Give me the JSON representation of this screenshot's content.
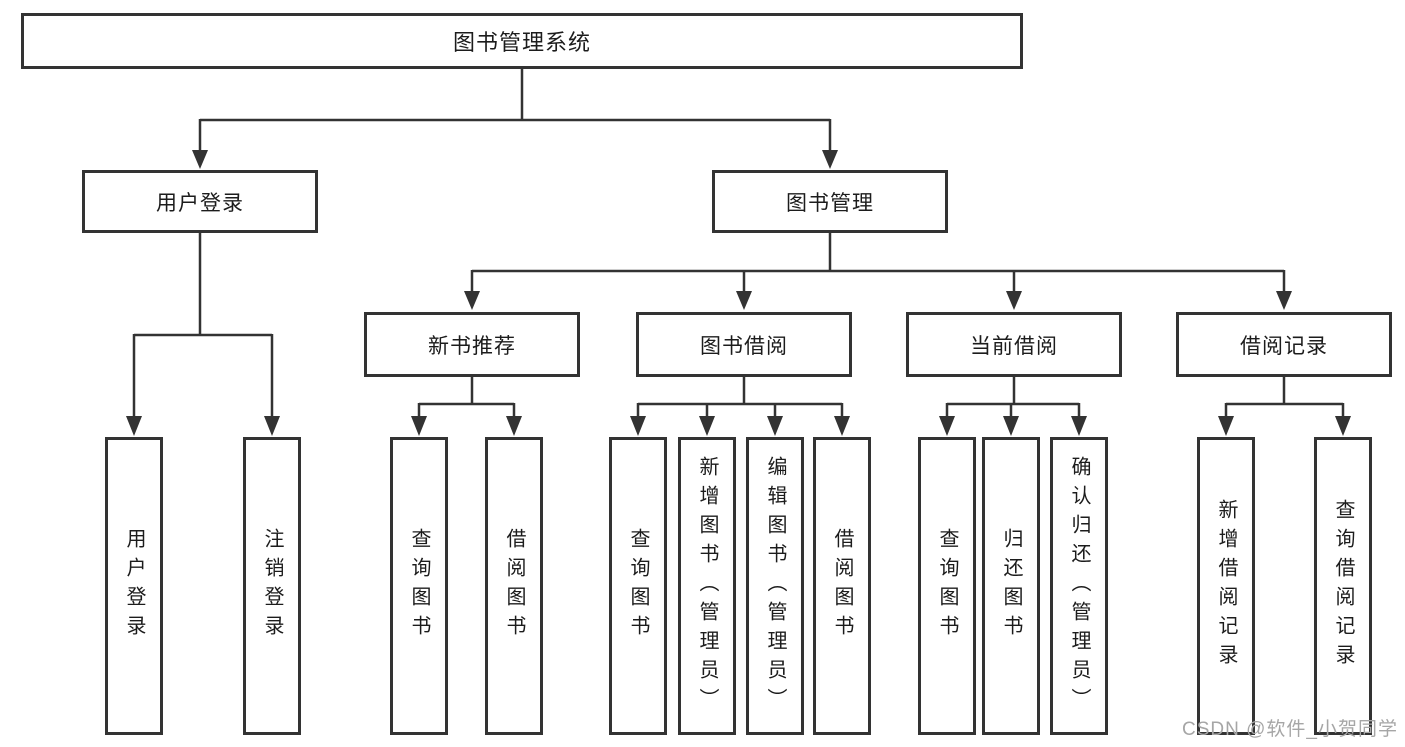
{
  "colors": {
    "line": "#333333",
    "box_border": "#333333",
    "box_fill": "#ffffff",
    "text": "#1c1c1c",
    "watermark": "#a6a6a6"
  },
  "watermark": {
    "text": "CSDN @软件_小贺同学"
  },
  "tree": {
    "root": {
      "label": "图书管理系统"
    },
    "level2": [
      {
        "label": "用户登录"
      },
      {
        "label": "图书管理"
      }
    ],
    "level3": [
      {
        "label": "新书推荐"
      },
      {
        "label": "图书借阅"
      },
      {
        "label": "当前借阅"
      },
      {
        "label": "借阅记录"
      }
    ],
    "leaves": {
      "user_login": [
        "用户登录",
        "注销登录"
      ],
      "new_book_rec": [
        "查询图书",
        "借阅图书"
      ],
      "book_borrow": [
        "查询图书",
        "新增图书（管理员）",
        "编辑图书（管理员）",
        "借阅图书"
      ],
      "current_borrow": [
        "查询图书",
        "归还图书",
        "确认归还（管理员）"
      ],
      "borrow_records": [
        "新增借阅记录",
        "查询借阅记录"
      ]
    }
  }
}
